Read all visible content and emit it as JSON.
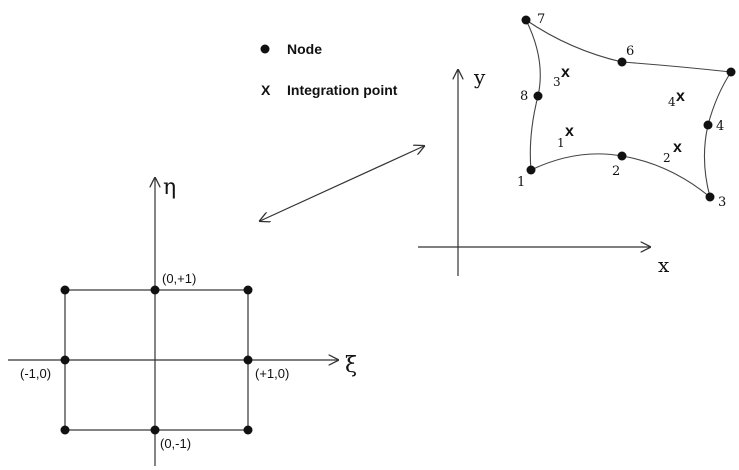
{
  "legend": {
    "node_label": "Node",
    "integration_label": "Integration point",
    "integration_symbol": "X"
  },
  "parent_element": {
    "axis_x_label": "ξ",
    "axis_y_label": "η",
    "coord_top": "(0,+1)",
    "coord_left": "(-1,0)",
    "coord_right": "(+1,0)",
    "coord_bottom": "(0,-1)"
  },
  "physical_element": {
    "axis_x_label": "x",
    "axis_y_label": "y",
    "node_labels": [
      "1",
      "2",
      "3",
      "4",
      "6",
      "7",
      "8"
    ],
    "integration_point_labels": [
      "1",
      "2",
      "3",
      "4"
    ],
    "integration_mark": "x"
  },
  "colors": {
    "ink": "#111111",
    "line": "#333333",
    "background": "#ffffff"
  }
}
